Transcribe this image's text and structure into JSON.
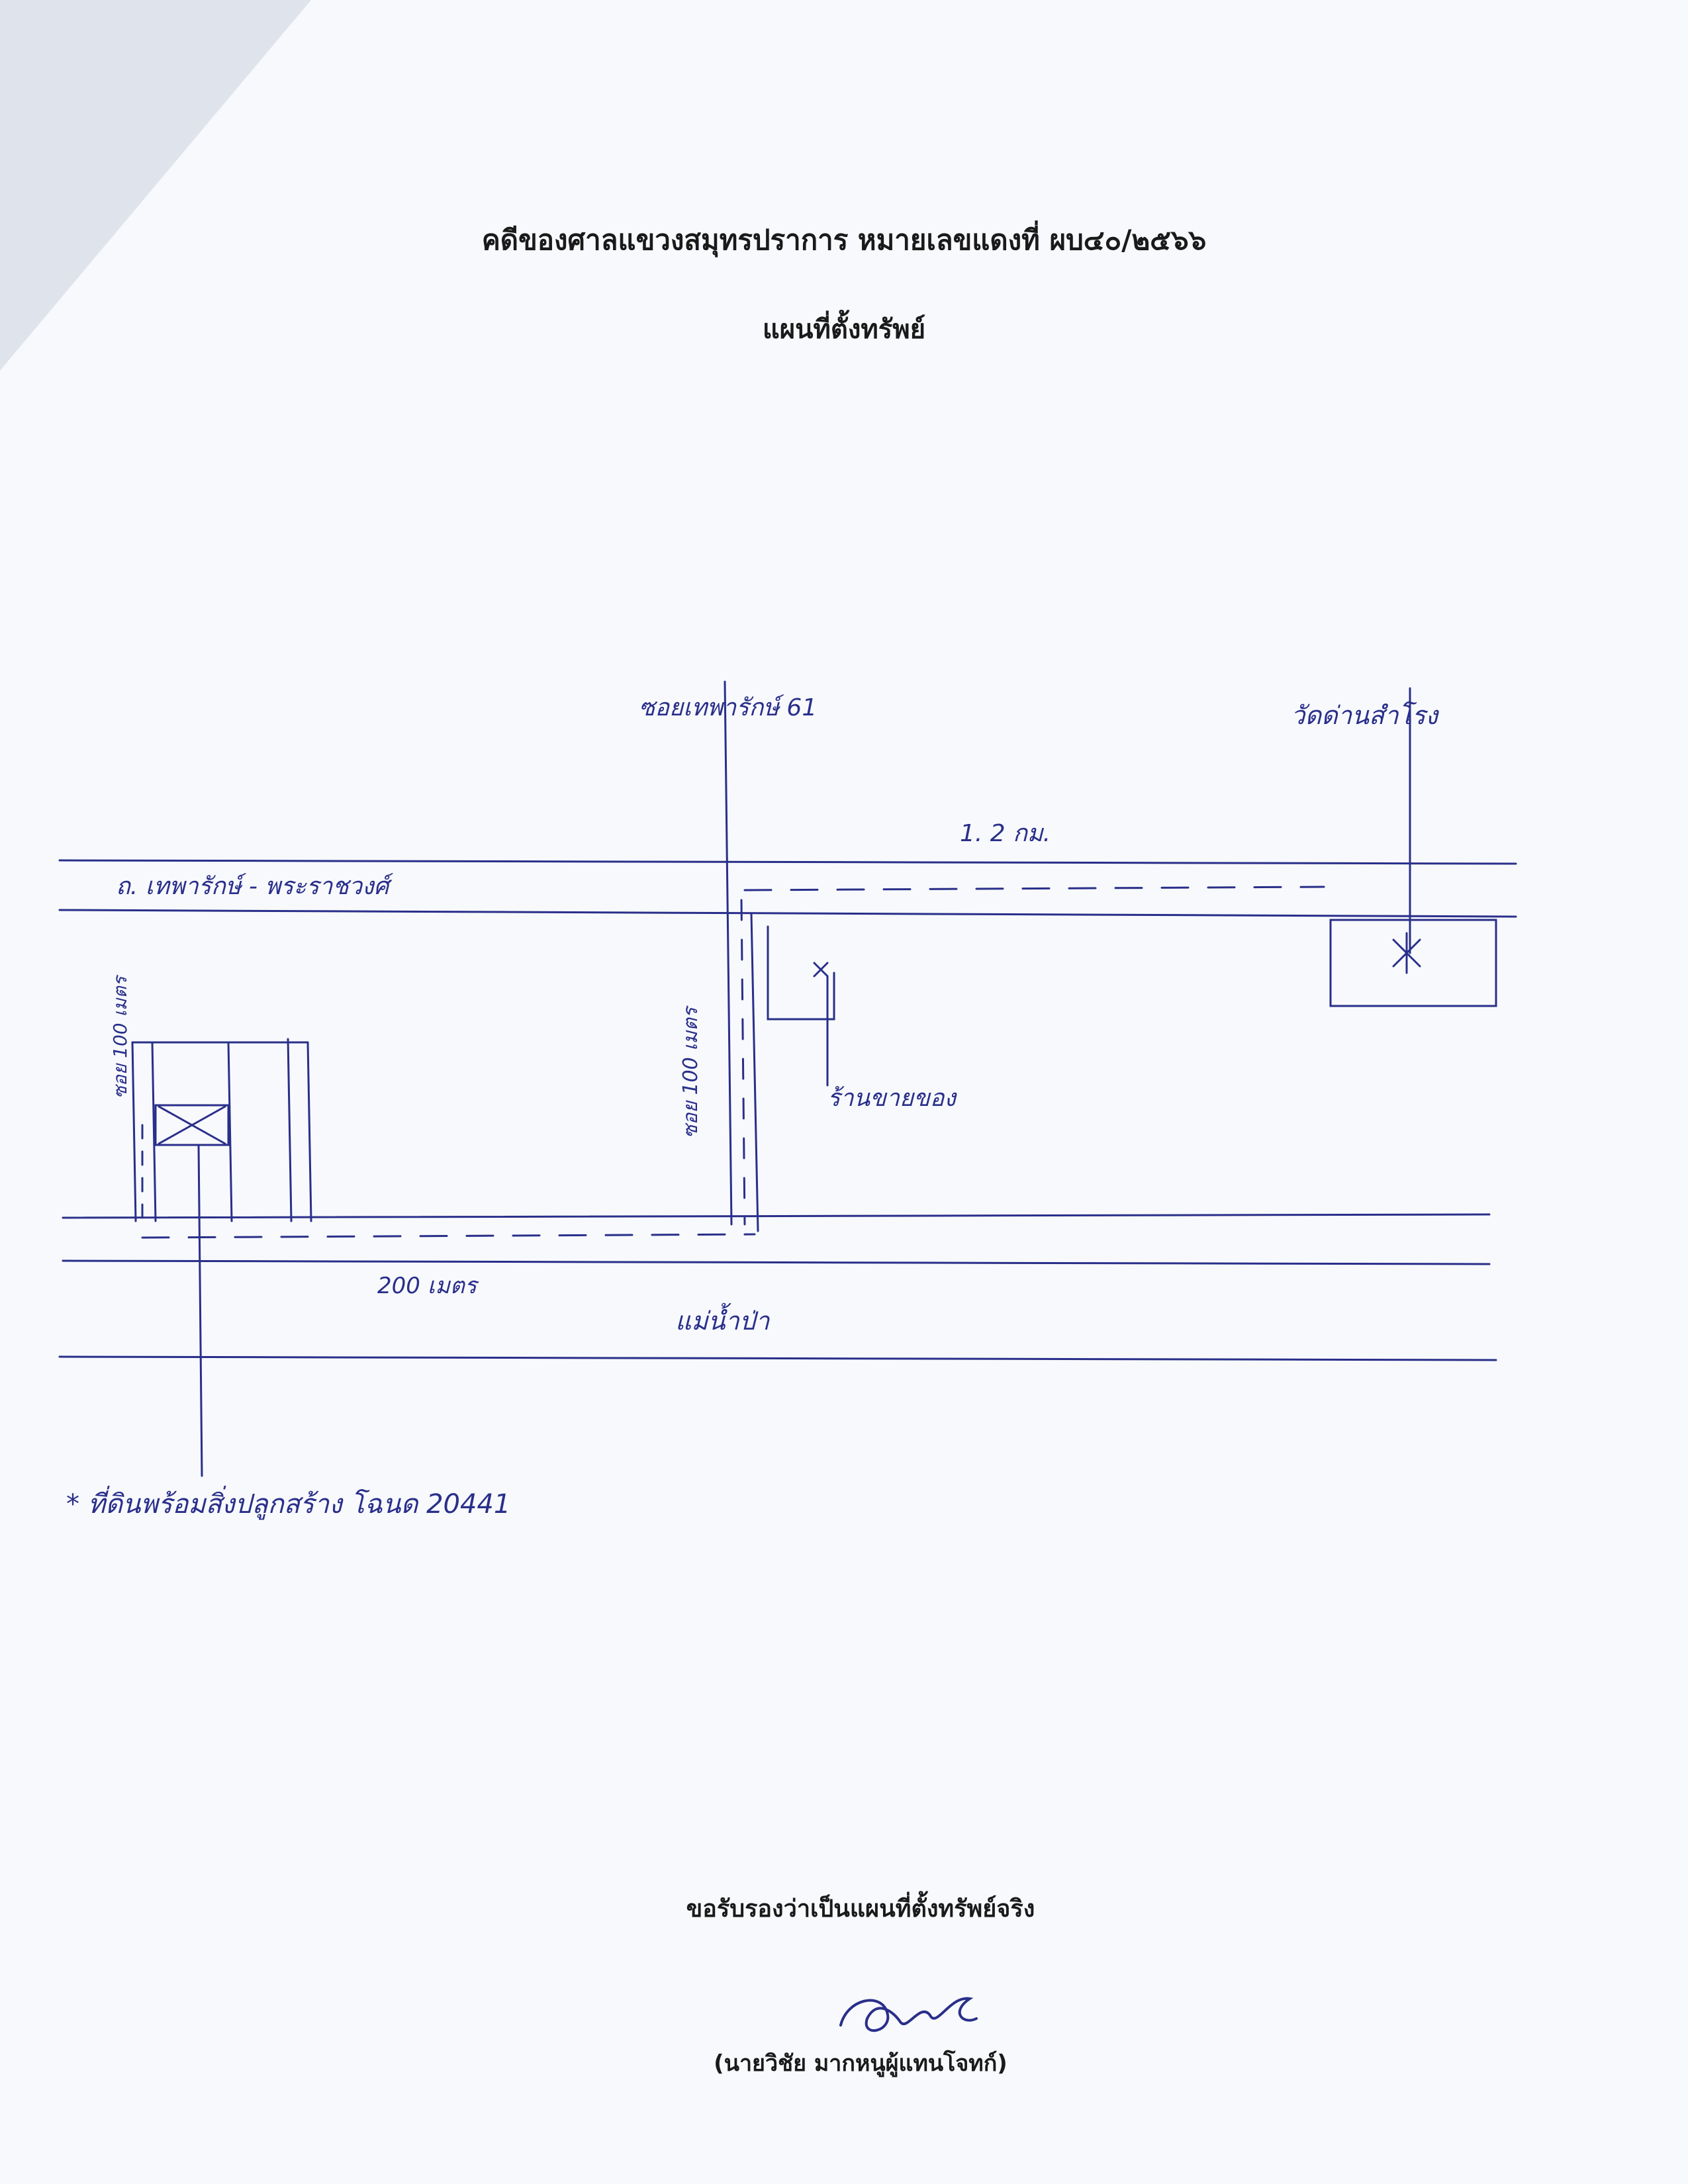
{
  "document": {
    "case_title": "คดีของศาลแขวงสมุทรปราการ หมายเลขแดงที่ ผบ๔๐/๒๕๖๖",
    "map_title": "แผนที่ตั้งทรัพย์",
    "certification": "ขอรับรองว่าเป็นแผนที่ตั้งทรัพย์จริง",
    "representative": "(นายวิชัย มากหนูผู้แทนโจทก์)"
  },
  "sketch": {
    "soi_label": "ซอยเทพารักษ์ 61",
    "temple_label": "วัดด่านสำโรง",
    "distance_km": "1. 2 กม.",
    "main_road_label": "ถ. เทพารักษ์ - พระราชวงศ์",
    "branch_distance": "ซอย 100 เมตร",
    "left_distance": "ซอย 100 เมตร",
    "shop_label": "ร้านขายของ",
    "distance_200": "200 เมตร",
    "canal_label": "แม่น้ำป่า",
    "property_note": "* ที่ดินพร้อมสิ่งปลูกสร้าง โฉนด 20441",
    "colors": {
      "ink": "#2a2f8a",
      "text": "#1a1a1a"
    }
  }
}
